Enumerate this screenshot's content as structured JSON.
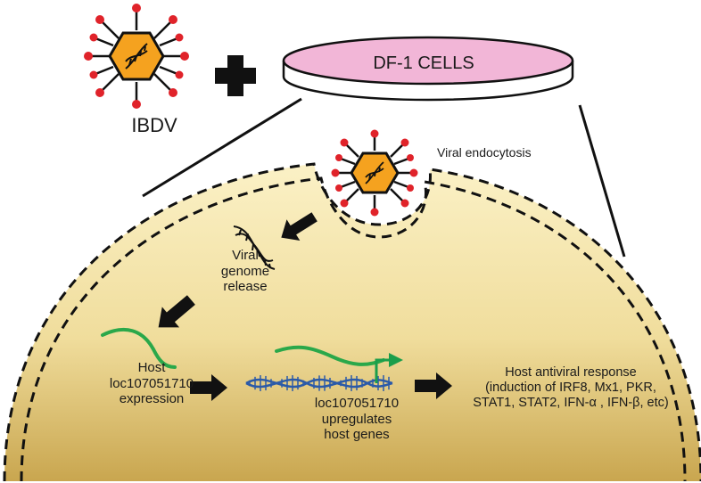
{
  "labels": {
    "virus": "IBDV",
    "cells": "DF-1 CELLS",
    "endocytosis": "Viral endocytosis",
    "release": [
      "Viral",
      "genome",
      "release"
    ],
    "host_expression": [
      "Host",
      "loc107051710",
      "expression"
    ],
    "upregulates": [
      "loc107051710",
      "upregulates",
      "host genes"
    ],
    "response": [
      "Host antiviral response",
      "(induction of IRF8, Mx1, PKR,",
      "STAT1, STAT2, IFN-α , IFN-β, etc)"
    ]
  },
  "colors": {
    "cell_fill": "#f0dd9c",
    "cell_dark": "#c8a44c",
    "capsid": "#f5a21f",
    "spike_tip": "#e0232a",
    "dish_top": "#f2b6d7",
    "rna": "#2aa84a",
    "dna": "#2b5aa8",
    "promoter_arrow": "#1b9e4b"
  }
}
